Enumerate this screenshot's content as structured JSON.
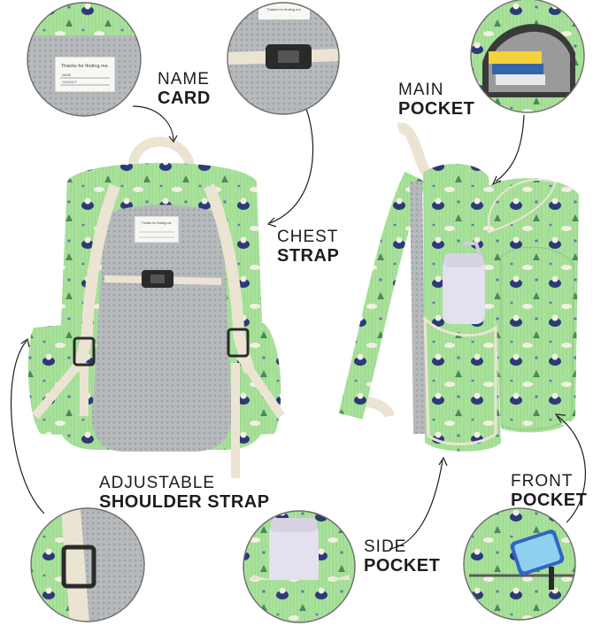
{
  "labels": {
    "name_card": {
      "line1": "NAME",
      "line2": "CARD"
    },
    "chest_strap": {
      "line1": "CHEST",
      "line2": "STRAP"
    },
    "main_pocket": {
      "line1": "MAIN",
      "line2": "POCKET"
    },
    "adjustable_shoulder_strap": {
      "line1": "ADJUSTABLE",
      "line2": "SHOULDER STRAP"
    },
    "side_pocket": {
      "line1": "SIDE",
      "line2": "POCKET"
    },
    "front_pocket": {
      "line1": "FRONT",
      "line2": "POCKET"
    }
  },
  "name_tag": {
    "text": "Thanks for finding me.",
    "line_a": "NAME",
    "line_b": "CONTACT"
  },
  "colors": {
    "fabric": "#a8e09a",
    "strap": "#ece4d2",
    "mesh": "#b9bcbf",
    "pattern": "#2c3a78"
  }
}
